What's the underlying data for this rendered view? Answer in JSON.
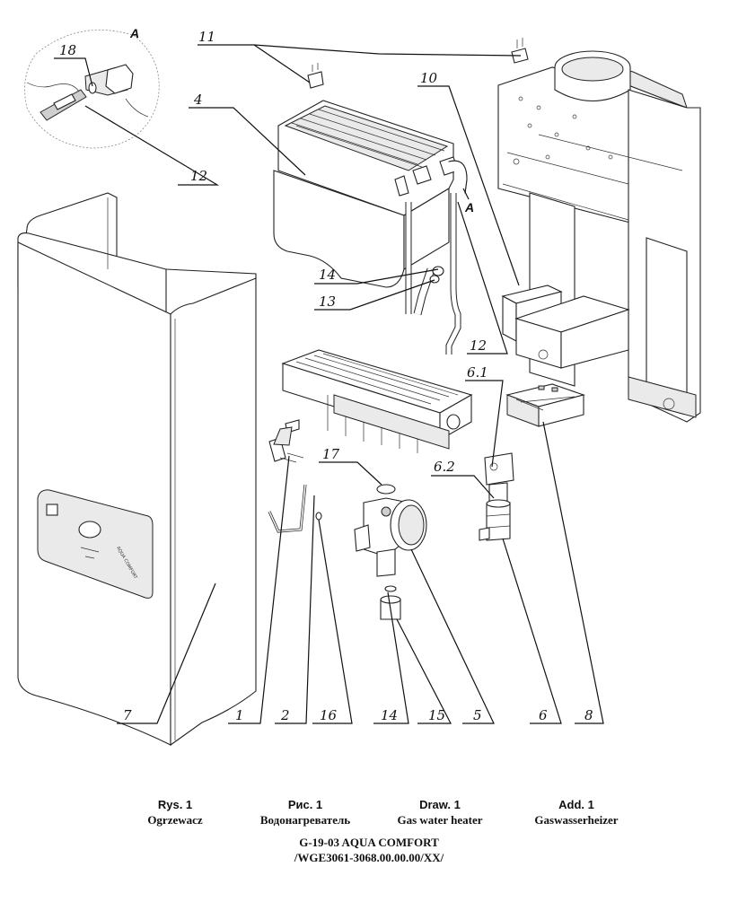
{
  "diagram": {
    "callouts": [
      "1",
      "2",
      "4",
      "5",
      "6",
      "6.1",
      "6.2",
      "7",
      "8",
      "10",
      "11",
      "12",
      "12",
      "13",
      "14",
      "14",
      "15",
      "16",
      "17",
      "18"
    ],
    "detail_label": "A",
    "detail_label_pointer": "A"
  },
  "captions": [
    {
      "heading": "Rys. 1",
      "subtitle": "Ogrzewacz"
    },
    {
      "heading": "Рис. 1",
      "subtitle": "Водонагреватель"
    },
    {
      "heading": "Draw. 1",
      "subtitle": "Gas water heater"
    },
    {
      "heading": "Add. 1",
      "subtitle": "Gaswasserheizer"
    }
  ],
  "model_line_1": "G-19-03 AQUA COMFORT",
  "model_line_2": "/WGE3061-3068.00.00.00/XX/"
}
